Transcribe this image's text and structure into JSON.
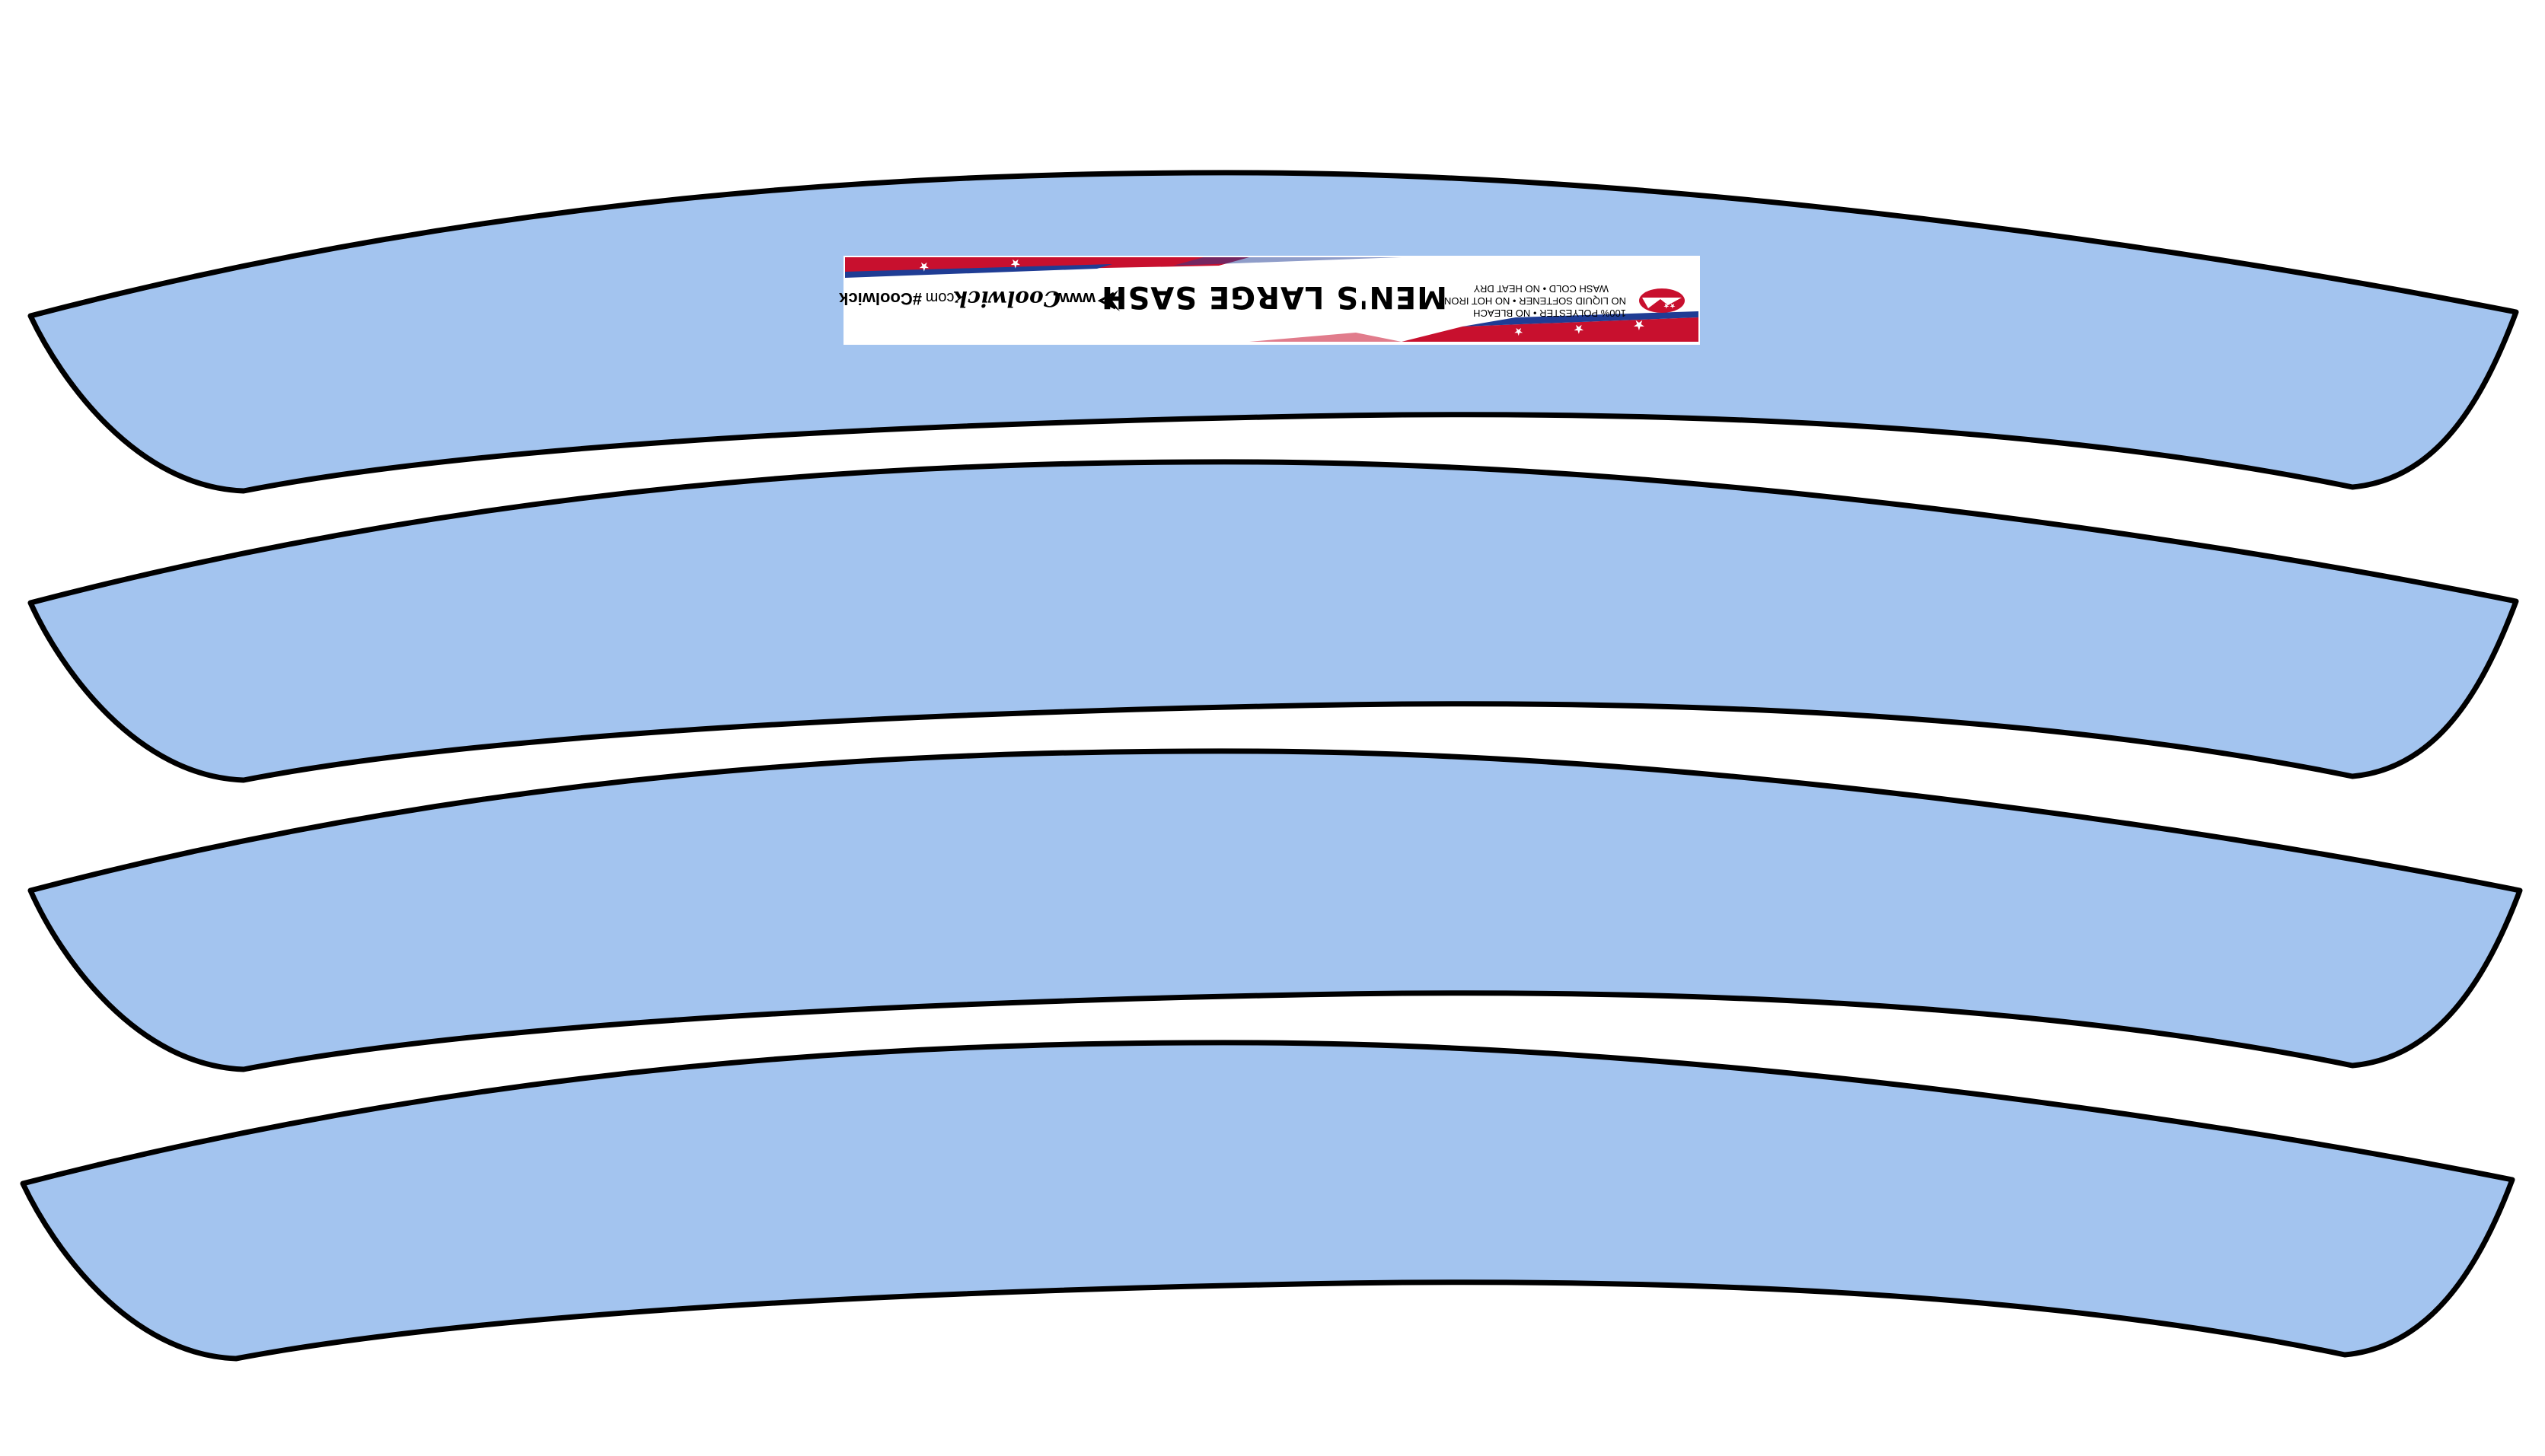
{
  "colors": {
    "panel_fill": "#a3c4ef",
    "panel_stroke": "#000000",
    "background": "#ffffff",
    "flag_red": "#c8102e",
    "flag_blue": "#1f3c94",
    "flag_white": "#ffffff"
  },
  "panels": [
    {
      "id": "sash-panel-1",
      "has_label": true
    },
    {
      "id": "sash-panel-2",
      "has_label": false
    },
    {
      "id": "sash-panel-3",
      "has_label": false
    },
    {
      "id": "sash-panel-4",
      "has_label": false
    }
  ],
  "label": {
    "title": "MEN'S LARGE SASH",
    "care_line_1": "100% POLYESTER • NO BLEACH",
    "care_line_2": "NO LIQUID SOFTENER • NO HOT IRON",
    "care_line_3": "WASH COLD • NO HEAT DRY",
    "brand_www": "www.",
    "brand_name": "Coolwick",
    "brand_tld": ".com",
    "hashtag": "#Coolwick",
    "orientation": "upside-down"
  },
  "icons": {
    "logo": "coolwick-bird-logo-icon",
    "flag_badge": "flag-badge-icon"
  }
}
